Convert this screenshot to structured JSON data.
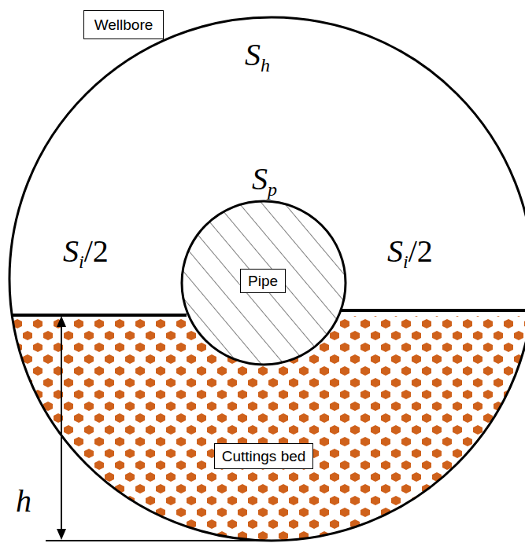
{
  "diagram": {
    "nodes": [
      {
        "text": [
          "Wellbore"
        ]
      },
      {
        "text": [
          "Pipe"
        ]
      },
      {
        "text": [
          "Cuttings bed"
        ]
      }
    ],
    "labels": [
      "Sh",
      "Sp",
      "Si/2",
      "Si/2",
      "h"
    ]
  }
}
